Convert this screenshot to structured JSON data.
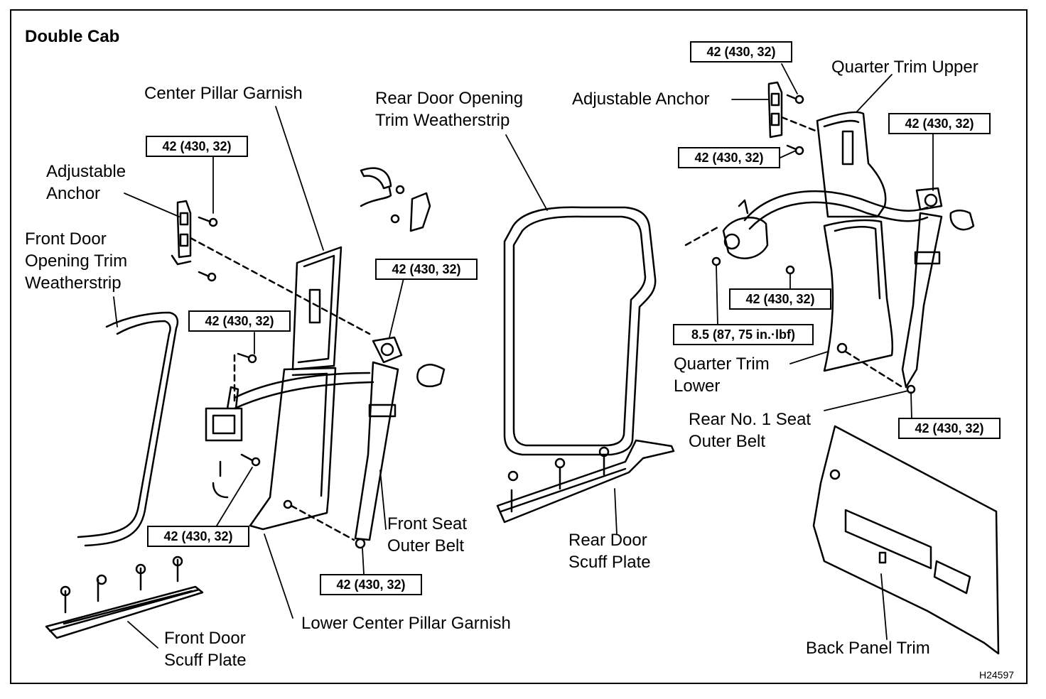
{
  "title": "Double Cab",
  "labels": {
    "center_pillar_garnish": "Center Pillar Garnish",
    "rear_door_opening_trim_weatherstrip": [
      "Rear Door Opening",
      "Trim Weatherstrip"
    ],
    "adjustable_anchor_left": [
      "Adjustable",
      "Anchor"
    ],
    "front_door_opening_trim_weatherstrip": [
      "Front Door",
      "Opening Trim",
      "Weatherstrip"
    ],
    "front_seat_outer_belt": [
      "Front Seat",
      "Outer Belt"
    ],
    "lower_center_pillar_garnish": "Lower Center Pillar Garnish",
    "front_door_scuff_plate": [
      "Front Door",
      "Scuff Plate"
    ],
    "rear_door_scuff_plate": [
      "Rear Door",
      "Scuff Plate"
    ],
    "adjustable_anchor_right": "Adjustable Anchor",
    "quarter_trim_upper": "Quarter Trim Upper",
    "quarter_trim_lower": [
      "Quarter Trim",
      "Lower"
    ],
    "rear_no1_seat_outer_belt": [
      "Rear No. 1 Seat",
      "Outer Belt"
    ],
    "back_panel_trim": "Back Panel Trim"
  },
  "torque_specs": {
    "anchor_left": "42 (430, 32)",
    "retractor_left": "42 (430, 32)",
    "retractor_lower_left": "42 (430, 32)",
    "shoulder_front": "42 (430, 32)",
    "floor_front": "42 (430, 32)",
    "anchor_right_top": "42 (430, 32)",
    "anchor_right_bottom": "42 (430, 32)",
    "shoulder_rear": "42 (430, 32)",
    "retractor_right": "42 (430, 32)",
    "retractor_right_small": "8.5 (87, 75 in.·lbf)",
    "floor_rear": "42 (430, 32)"
  },
  "figure_code": "H24597"
}
